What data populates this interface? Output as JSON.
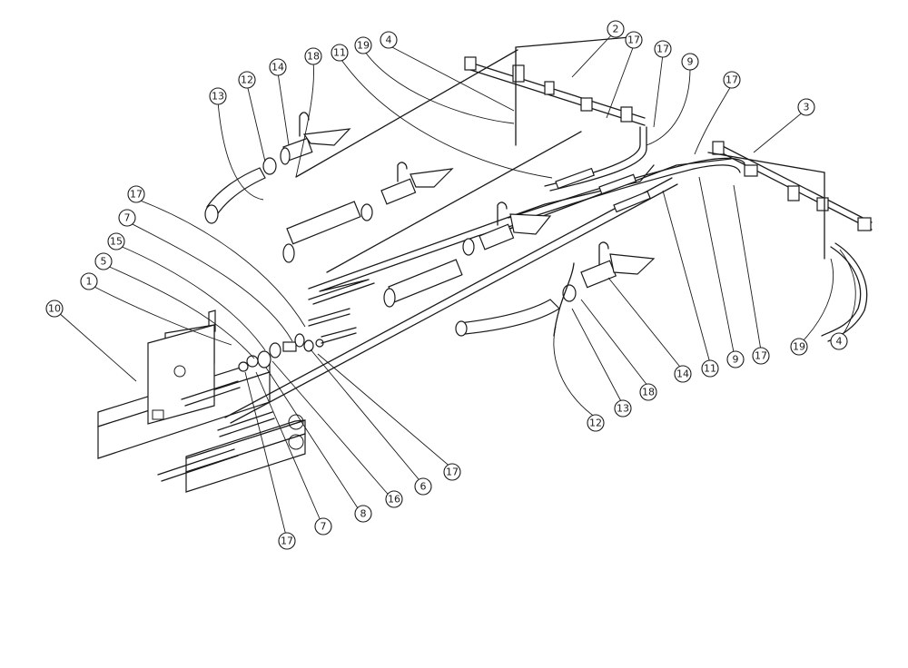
{
  "diagram": {
    "callouts": [
      {
        "id": "c-2",
        "label": "2"
      },
      {
        "id": "c-17a",
        "label": "17"
      },
      {
        "id": "c-17b",
        "label": "17"
      },
      {
        "id": "c-9a",
        "label": "9"
      },
      {
        "id": "c-4a",
        "label": "4"
      },
      {
        "id": "c-19a",
        "label": "19"
      },
      {
        "id": "c-11a",
        "label": "11"
      },
      {
        "id": "c-18a",
        "label": "18"
      },
      {
        "id": "c-14a",
        "label": "14"
      },
      {
        "id": "c-12a",
        "label": "12"
      },
      {
        "id": "c-13a",
        "label": "13"
      },
      {
        "id": "c-17c",
        "label": "17"
      },
      {
        "id": "c-3",
        "label": "3"
      },
      {
        "id": "c-17d",
        "label": "17"
      },
      {
        "id": "c-7a",
        "label": "7"
      },
      {
        "id": "c-15",
        "label": "15"
      },
      {
        "id": "c-5",
        "label": "5"
      },
      {
        "id": "c-1",
        "label": "1"
      },
      {
        "id": "c-10",
        "label": "10"
      },
      {
        "id": "c-19b",
        "label": "19"
      },
      {
        "id": "c-4b",
        "label": "4"
      },
      {
        "id": "c-17e",
        "label": "17"
      },
      {
        "id": "c-9b",
        "label": "9"
      },
      {
        "id": "c-11b",
        "label": "11"
      },
      {
        "id": "c-14b",
        "label": "14"
      },
      {
        "id": "c-18b",
        "label": "18"
      },
      {
        "id": "c-13b",
        "label": "13"
      },
      {
        "id": "c-12b",
        "label": "12"
      },
      {
        "id": "c-6",
        "label": "6"
      },
      {
        "id": "c-17f",
        "label": "17"
      },
      {
        "id": "c-16",
        "label": "16"
      },
      {
        "id": "c-8",
        "label": "8"
      },
      {
        "id": "c-7b",
        "label": "7"
      },
      {
        "id": "c-17g",
        "label": "17"
      }
    ]
  }
}
